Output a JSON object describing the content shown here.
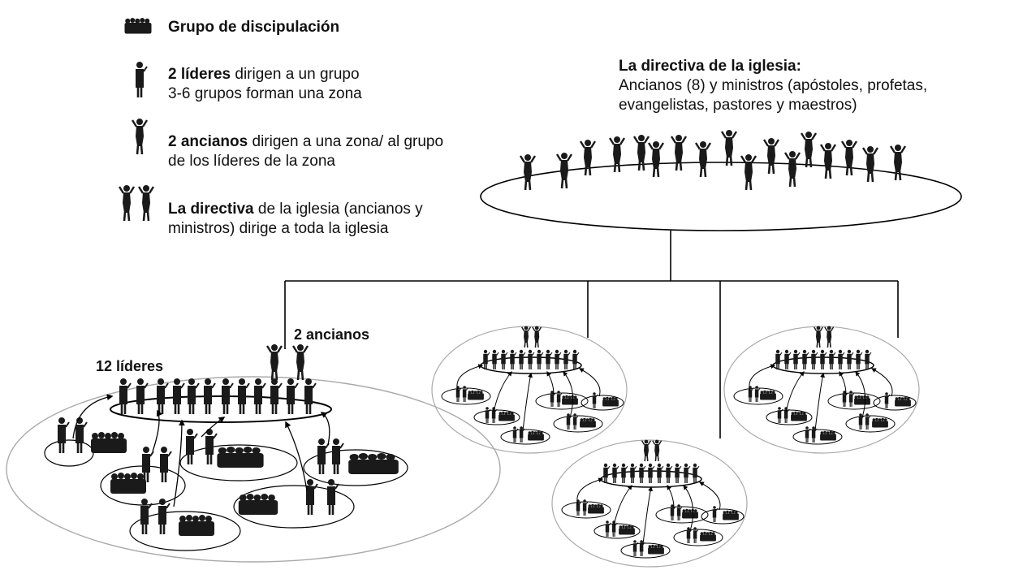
{
  "legend": [
    {
      "bold": "Grupo de discipulación",
      "line1": "",
      "line2": "",
      "icon": "crowd-icon"
    },
    {
      "bold": "2 líderes",
      "line1": " dirigen a un grupo",
      "line2": "3-6 grupos forman una zona",
      "icon": "leader-icon"
    },
    {
      "bold": "2 ancianos",
      "line1": " dirigen a una zona/ al grupo",
      "line2": "de los líderes de la zona",
      "icon": "elder-icon"
    },
    {
      "bold": "La directiva",
      "line1": " de la iglesia (ancianos y",
      "line2": "ministros) dirige a toda la iglesia",
      "icon": "leadership-icon"
    }
  ],
  "directiva": {
    "title": "La directiva de la iglesia:",
    "line1": "Ancianos (8) y ministros (apóstoles, profetas,",
    "line2": "evangelistas, pastores y maestros)"
  },
  "zone_labels": {
    "ancianos": "2 ancianos",
    "lideres": "12 líderes"
  },
  "colors": {
    "figure": "#1a1a1a",
    "line": "#000000",
    "zone_outline": "#aaaaaa",
    "background": "#ffffff"
  }
}
